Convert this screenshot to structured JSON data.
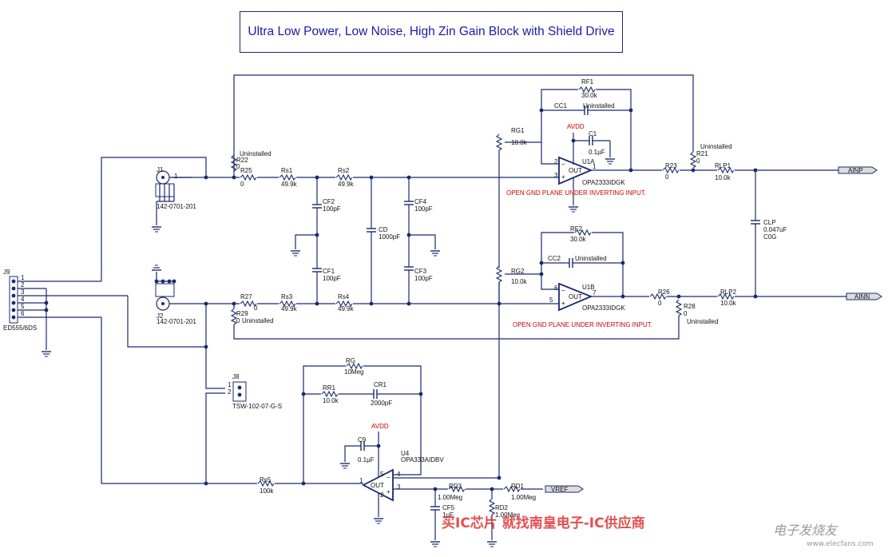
{
  "title": "Ultra Low Power, Low Noise, High Zin Gain Block with Shield Drive",
  "watermark": "买IC芯片 就找南皇电子-IC供应商",
  "logo": {
    "text": "电子发烧友",
    "url": "www.elecfans.com"
  },
  "nets": {
    "ainp": "AINP",
    "ainn": "AINN",
    "vref": "VREF",
    "avdd1": "AVDD",
    "avdd2": "AVDD"
  },
  "notes": {
    "gnd_plane_1": "OPEN GND PLANE UNDER INVERTING INPUT.",
    "gnd_plane_2": "OPEN GND PLANE UNDER INVERTING INPUT."
  },
  "components": {
    "J1": {
      "ref": "J1",
      "pn": "142-0701-201",
      "pin": "1"
    },
    "J2": {
      "ref": "J2",
      "pn": "142-0701-201"
    },
    "J9": {
      "ref": "J9",
      "pn": "ED555/6DS",
      "pins": [
        "1",
        "2",
        "3",
        "4",
        "5",
        "6"
      ]
    },
    "J8": {
      "ref": "J8",
      "pn": "TSW-102-07-G-S",
      "pin1": "1",
      "pin2": "2"
    },
    "R22": {
      "ref": "R22",
      "val": "0",
      "note": "Uninstalled"
    },
    "R25": {
      "ref": "R25",
      "val": "0"
    },
    "Rs1": {
      "ref": "Rs1",
      "val": "49.9k"
    },
    "Rs2": {
      "ref": "Rs2",
      "val": "49.9k"
    },
    "Rs3": {
      "ref": "Rs3",
      "val": "49.9k"
    },
    "Rs4": {
      "ref": "Rs4",
      "val": "49.9k"
    },
    "R27": {
      "ref": "R27",
      "val": "0"
    },
    "R29": {
      "ref": "R29",
      "val": "0",
      "note": "Uninstalled"
    },
    "CF2": {
      "ref": "CF2",
      "val": "100pF"
    },
    "CF1": {
      "ref": "CF1",
      "val": "100pF"
    },
    "CD": {
      "ref": "CD",
      "val": "1000pF"
    },
    "CF4": {
      "ref": "CF4",
      "val": "100pF"
    },
    "CF3": {
      "ref": "CF3",
      "val": "100pF"
    },
    "RG1": {
      "ref": "RG1",
      "val": "10.0k"
    },
    "RG2": {
      "ref": "RG2",
      "val": "10.0k"
    },
    "RF1": {
      "ref": "RF1",
      "val": "30.0k"
    },
    "RF2": {
      "ref": "RF2",
      "val": "30.0k"
    },
    "CC1": {
      "ref": "CC1",
      "note": "Uninstalled"
    },
    "CC2": {
      "ref": "CC2",
      "note": "Uninstalled"
    },
    "C1": {
      "ref": "C1",
      "val": "0.1µF"
    },
    "U1A": {
      "ref": "U1A",
      "pn": "OPA2333IDGK",
      "out": "OUT",
      "p2": "2",
      "p3": "3",
      "p1": "1"
    },
    "U1B": {
      "ref": "U1B",
      "pn": "OPA2333IDGK",
      "out": "OUT",
      "p6": "6",
      "p5": "5",
      "p7": "7"
    },
    "R23": {
      "ref": "R23",
      "val": "0"
    },
    "R21": {
      "ref": "R21",
      "val": "0",
      "note": "Uninstalled"
    },
    "RLP1": {
      "ref": "RLP1",
      "val": "10.0k"
    },
    "R26": {
      "ref": "R26",
      "val": "0"
    },
    "R28": {
      "ref": "R28",
      "val": "0",
      "note": "Uninstalled"
    },
    "RLP2": {
      "ref": "RLP2",
      "val": "10.0k"
    },
    "CLP": {
      "ref": "CLP",
      "val": "0.047uF",
      "dielectric": "C0G"
    },
    "RG": {
      "ref": "RG",
      "val": "10Meg"
    },
    "RR1": {
      "ref": "RR1",
      "val": "10.0k"
    },
    "CR1": {
      "ref": "CR1",
      "val": "2000pF"
    },
    "C9": {
      "ref": "C9",
      "val": "0.1µF"
    },
    "U4": {
      "ref": "U4",
      "pn": "OPA333AIDBV",
      "out": "OUT",
      "p1": "1",
      "p4": "4",
      "p3": "3",
      "p5": "5",
      "p2": "2"
    },
    "Rs5": {
      "ref": "Rs5",
      "val": "100k"
    },
    "RD3": {
      "ref": "RD3",
      "val": "1.00Meg"
    },
    "RD1": {
      "ref": "RD1",
      "val": "1.00Meg"
    },
    "RD2": {
      "ref": "RD2",
      "val": "1.00Meg"
    },
    "CF5": {
      "ref": "CF5",
      "val": "1µF"
    }
  }
}
